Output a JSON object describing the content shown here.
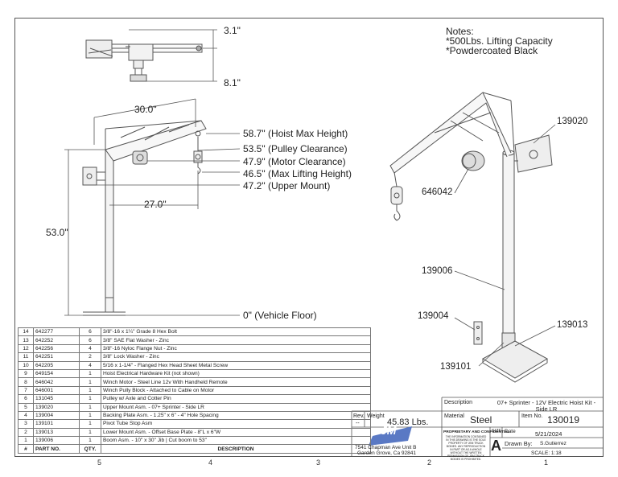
{
  "notes": {
    "title": "Notes:",
    "lines": [
      "*500Lbs. Lifting Capacity",
      "*Powdercoated Black"
    ]
  },
  "top_view": {
    "dim_top": "3.1\"",
    "dim_bottom": "8.1\""
  },
  "side_view": {
    "dim_width": "30.0\"",
    "dim_reach": "27.0\"",
    "dim_height": "53.0\"",
    "floor_label": "0\" (Vehicle Floor)",
    "heights": [
      "58.7\" (Hoist Max Height)",
      "53.5\" (Pulley Clearance)",
      "47.9\" (Motor Clearance)",
      "46.5\" (Max Lifting Height)",
      "47.2\" (Upper Mount)"
    ]
  },
  "iso_view": {
    "callouts": [
      "139020",
      "646042",
      "139006",
      "139004",
      "139013",
      "139101"
    ]
  },
  "bom": {
    "header": [
      "#",
      "PART NO.",
      "QTY.",
      "DESCRIPTION"
    ],
    "rows": [
      [
        "14",
        "642277",
        "6",
        "3/8\"-16 x 1¼\"  Grade 8 Hex Bolt"
      ],
      [
        "13",
        "642252",
        "6",
        "3/8\" SAE Flat Washer - Zinc"
      ],
      [
        "12",
        "642256",
        "4",
        "3/8\"-16 Nyloc Flange Nut - Zinc"
      ],
      [
        "11",
        "642251",
        "2",
        "3/8\" Lock Washer - Zinc"
      ],
      [
        "10",
        "642205",
        "4",
        "5/16 x 1-1/4\" - Flanged Hex Head Sheet Metal Screw"
      ],
      [
        "9",
        "649154",
        "1",
        "Hoist Electrical Hardware Kit (not shown)"
      ],
      [
        "8",
        "646042",
        "1",
        "Winch Motor - Steel Line 12v With Handheld Remote"
      ],
      [
        "7",
        "646001",
        "1",
        "Winch Pully Block - Attached to Cable on Motor"
      ],
      [
        "6",
        "131045",
        "1",
        "Pulley w/ Axle and Cotter Pin"
      ],
      [
        "5",
        "139020",
        "1",
        "Upper Mount Asm. - 07+ Sprinter - Side LR"
      ],
      [
        "4",
        "139004",
        "1",
        "Backing Plate Asm. - 1.25\" x 6\" - 4\" Hole Spacing"
      ],
      [
        "3",
        "139101",
        "1",
        "Pivot Tube Stop Asm"
      ],
      [
        "2",
        "139013",
        "1",
        "Lower Mount Asm. - Offset Base Plate - 8\"L x 6\"W"
      ],
      [
        "1",
        "139006",
        "1",
        "Boom Asm. - 10\" x 30\" Jib | Cut boom to 53\""
      ]
    ]
  },
  "title_block": {
    "description_label": "Description",
    "description": "07+ Sprinter - 12V Electric Hoist Kit - Side LR",
    "rev_label": "Rev.",
    "rev_value": "--",
    "weight_label": "Weight",
    "weight_value": "45.83 Lbs.",
    "material_label": "Material",
    "material_value": "Steel",
    "item_label": "Item No.",
    "item_value": "130019",
    "logo_text": "JM",
    "address1": "7541 Chapman Ave Unit B",
    "address2": "Garden Grove, Ca 92841",
    "prop_title": "PROPRIETARY AND CONFIDENTIAL",
    "prop_text": "THE INFORMATION CONTAINED IN THIS DRAWING IS THE SOLE PROPERTY OF JEM TRUCK BODIES. ANY REPRODUCTION IN PART OR AS A WHOLE WITHOUT THE WRITTEN PERMISSION OF JEM TRUCK BODIES IS PROHIBITED.",
    "size_label": "SIZE",
    "size_value": "A",
    "date_label": "Date",
    "date_value": "5/21/2024",
    "drawn_label": "Drawn By:",
    "drawn_value": "S.Gutierrez",
    "scale": "SCALE: 1:18"
  },
  "zones": [
    "5",
    "4",
    "3",
    "2",
    "1"
  ]
}
